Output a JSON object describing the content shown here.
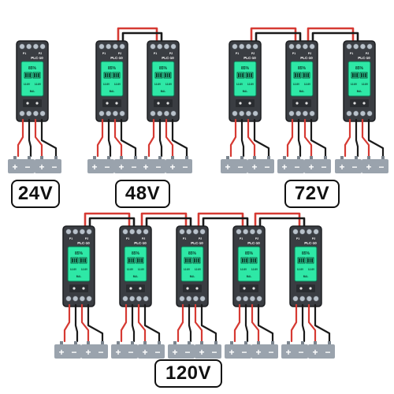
{
  "configurations": [
    {
      "label": "24V",
      "device_count": 1
    },
    {
      "label": "48V",
      "device_count": 2
    },
    {
      "label": "72V",
      "device_count": 3
    },
    {
      "label": "120V",
      "device_count": 5
    }
  ],
  "device": {
    "model": "PLC-10",
    "charge_percent": "85%",
    "cell_left": "12.8V",
    "cell_right": "12.8V",
    "port_left": "P1",
    "port_right": "P2",
    "mode": "BAL"
  },
  "battery": {
    "pos": "+",
    "neg": "−"
  },
  "colors": {
    "device_body": "#3a3d42",
    "device_edge": "#1c1e21",
    "screen": "#2ee8a6",
    "screen_edge": "#0f6e4f",
    "wire_red": "#d63a33",
    "wire_black": "#1a1a1a",
    "battery": "#9aa3ad",
    "battery_dark": "#7b848e",
    "terminal_button": "#b9c2cb"
  }
}
